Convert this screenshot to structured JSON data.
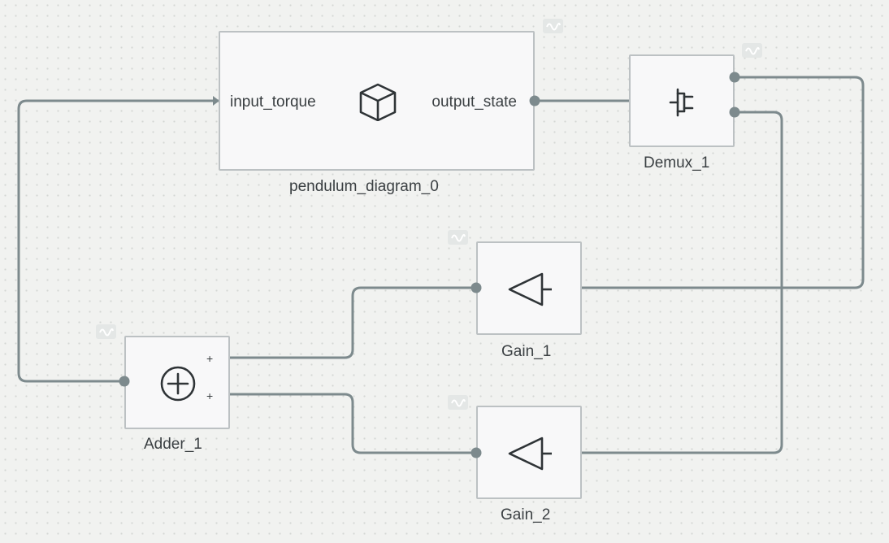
{
  "blocks": {
    "pendulum": {
      "name": "pendulum_diagram_0",
      "input_port": "input_torque",
      "output_port": "output_state",
      "icon": "cube-icon"
    },
    "demux": {
      "name": "Demux_1",
      "icon": "demux-icon"
    },
    "gain1": {
      "name": "Gain_1",
      "icon": "gain-triangle-icon"
    },
    "gain2": {
      "name": "Gain_2",
      "icon": "gain-triangle-icon"
    },
    "adder": {
      "name": "Adder_1",
      "icon": "plus-circle-icon",
      "signs": [
        "+",
        "+"
      ]
    }
  },
  "colors": {
    "wire": "#7d8a8d",
    "block_border": "#bcc1c3",
    "block_fill": "#f8f8f9",
    "canvas": "#f1f2f0"
  }
}
